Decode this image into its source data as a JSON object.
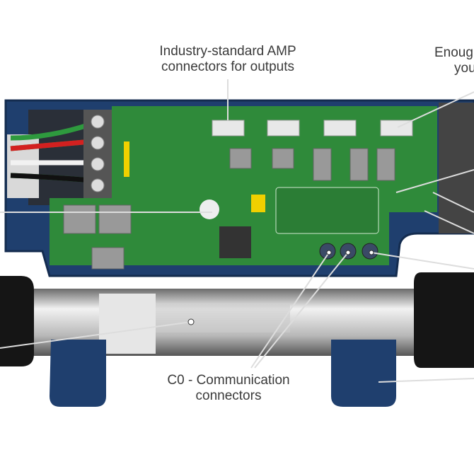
{
  "labels": {
    "amp_line1": "Industry-standard AMP",
    "amp_line2": "connectors for outputs",
    "enough_line1": "Enoug",
    "enough_line2": "you",
    "comm_line1": "C0 - Communication",
    "comm_line2": "connectors"
  },
  "colors": {
    "enclosure": "#1f3f6e",
    "pcb": "#2f8a3a",
    "text": "#3a3a3a"
  }
}
